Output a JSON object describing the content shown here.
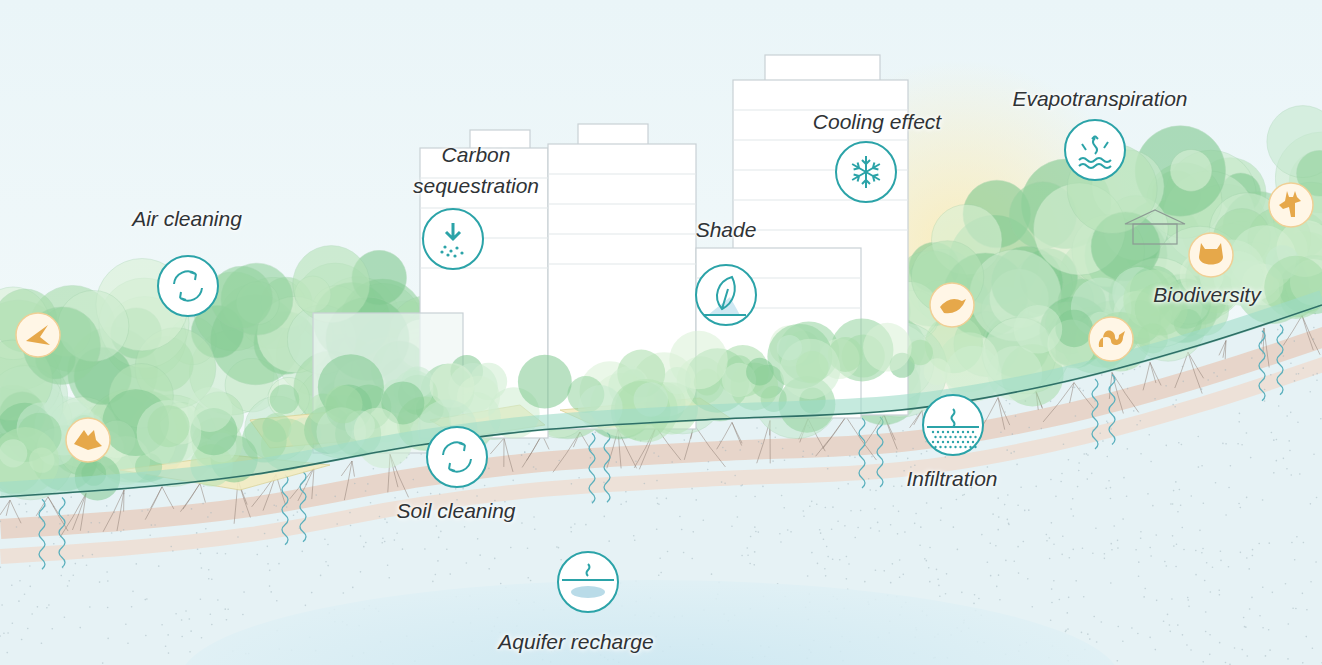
{
  "diagram": {
    "labels": [
      "Evapotranspiration",
      "Cooling effect",
      "Carbon sequestration",
      "Air cleaning",
      "Shade",
      "Biodiversity",
      "Infiltration",
      "Soil cleaning",
      "Aquifer recharge"
    ]
  }
}
